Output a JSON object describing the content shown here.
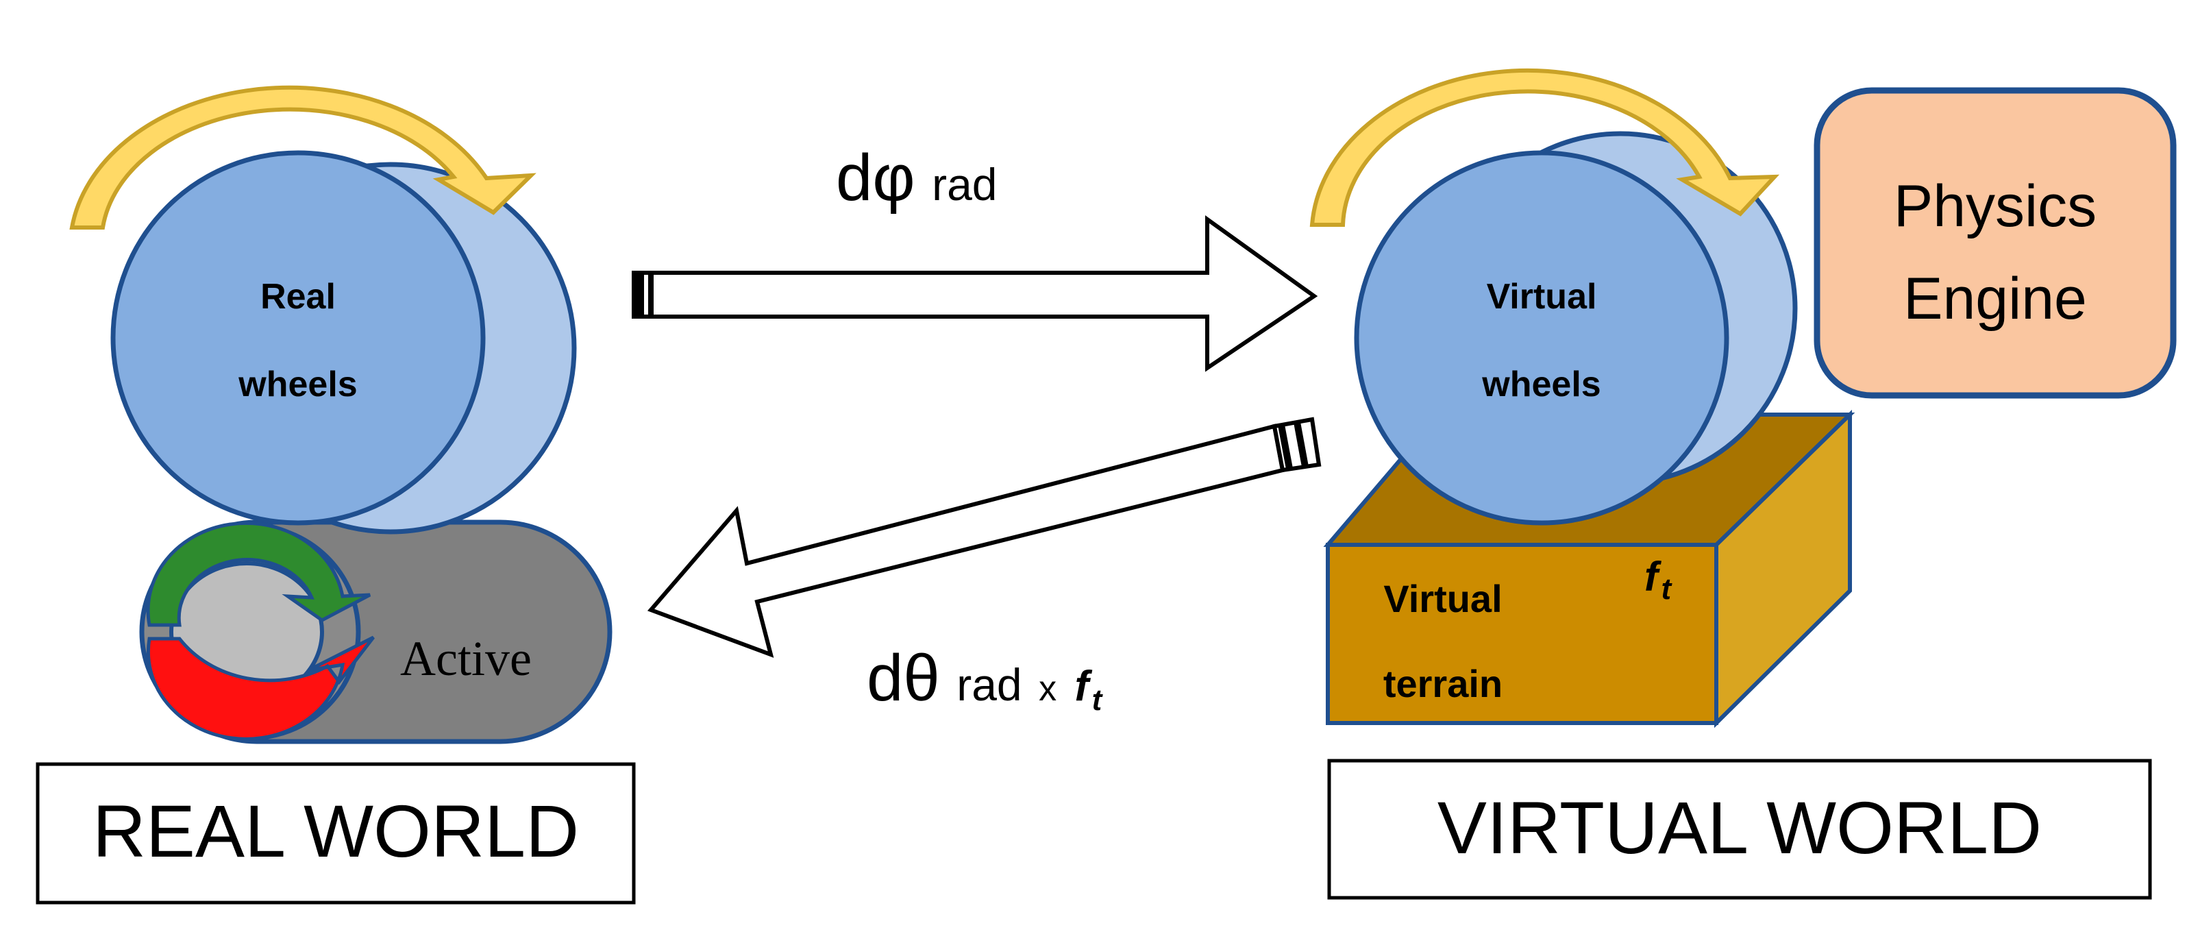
{
  "real": {
    "wheel_label_1": "Real",
    "wheel_label_2": "wheels",
    "active_label": "Active",
    "world_label": "REAL WORLD"
  },
  "virtual": {
    "wheel_label_1": "Virtual",
    "wheel_label_2": "wheels",
    "terrain_label_1": "Virtual",
    "terrain_label_2": "terrain",
    "terrain_force": "f",
    "terrain_force_sub": "t",
    "engine_line_1": "Physics",
    "engine_line_2": "Engine",
    "world_label": "VIRTUAL WORLD"
  },
  "arrows": {
    "forward_symbol": "dφ",
    "forward_unit": "rad",
    "back_symbol": "dθ",
    "back_unit": "rad",
    "back_times": "x",
    "back_force": "f",
    "back_force_sub": "t"
  },
  "colors": {
    "wheel_front": "#84ade0",
    "wheel_back": "#aec8ea",
    "wheel_stroke": "#1f4f8f",
    "rotation_arrow": "#ffd966",
    "rotation_arrow_stroke": "#c9a227",
    "treadmill": "#808080",
    "treadmill_inner": "#bdbdbd",
    "green_arrow": "#2e8b2e",
    "red_arrow": "#ff1010",
    "terrain_front": "#cc8c00",
    "terrain_top": "#a87400",
    "terrain_side": "#d9a520",
    "engine_fill": "#fac6a0",
    "engine_stroke": "#1f4f8f"
  }
}
